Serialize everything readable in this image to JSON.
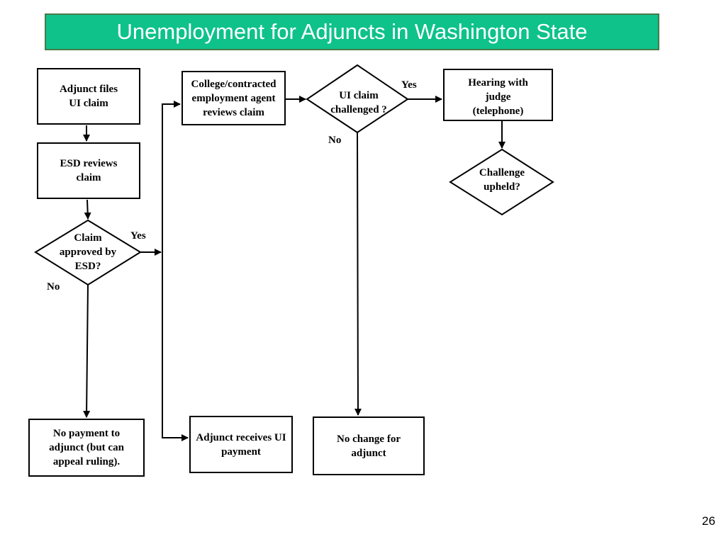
{
  "title": "Unemployment for Adjuncts in Washington State",
  "page_number": "26",
  "colors": {
    "title_background": "#0ec28a",
    "title_border": "#4a7a4a",
    "title_text": "#ffffff",
    "line": "#000000"
  },
  "nodes": {
    "adjunct_files": "Adjunct files UI claim",
    "esd_reviews": "ESD reviews claim",
    "claim_approved": "Claim approved by ESD?",
    "college_reviews": "College/contracted employment agent reviews claim",
    "ui_challenged": "UI claim challenged ?",
    "hearing": "Hearing with judge (telephone)",
    "challenge_upheld": "Challenge upheld?",
    "no_payment": "No payment to adjunct (but can appeal ruling).",
    "adjunct_receives": "Adjunct receives UI payment",
    "no_change": "No change for adjunct"
  },
  "edge_labels": {
    "approved_yes": "Yes",
    "approved_no": "No",
    "challenged_yes": "Yes",
    "challenged_no": "No"
  }
}
